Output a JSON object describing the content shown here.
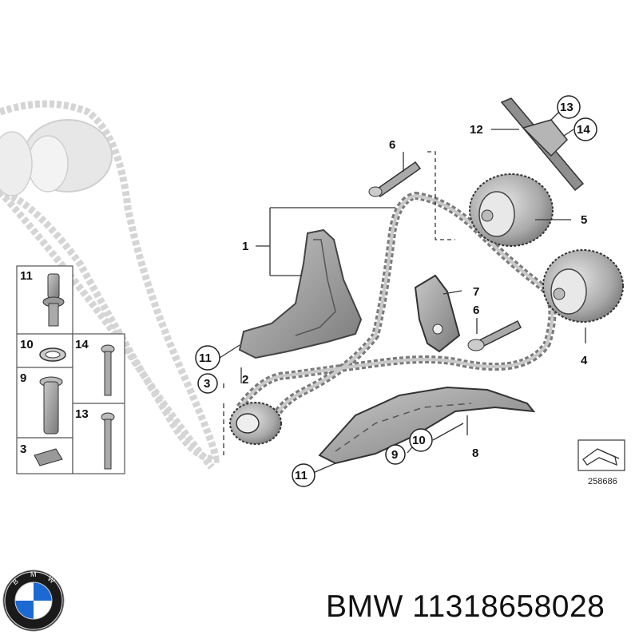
{
  "callouts": {
    "c1": "1",
    "c2": "2",
    "c3": "3",
    "c4": "4",
    "c5": "5",
    "c6a": "6",
    "c6b": "6",
    "c7": "7",
    "c8": "8",
    "c9": "9",
    "c10": "10",
    "c11a": "11",
    "c11b": "11",
    "c12": "12",
    "c13": "13",
    "c14": "14"
  },
  "legend": {
    "row11": "11",
    "row10": "10",
    "row9": "9",
    "row3": "3",
    "row14": "14",
    "row13": "13"
  },
  "reference_number": "258686",
  "brand_label": "BMW 11318658028",
  "logo": {
    "icon": "bmw-roundel",
    "colors": {
      "blue": "#1c69d4",
      "white": "#ffffff",
      "black": "#111111"
    }
  }
}
